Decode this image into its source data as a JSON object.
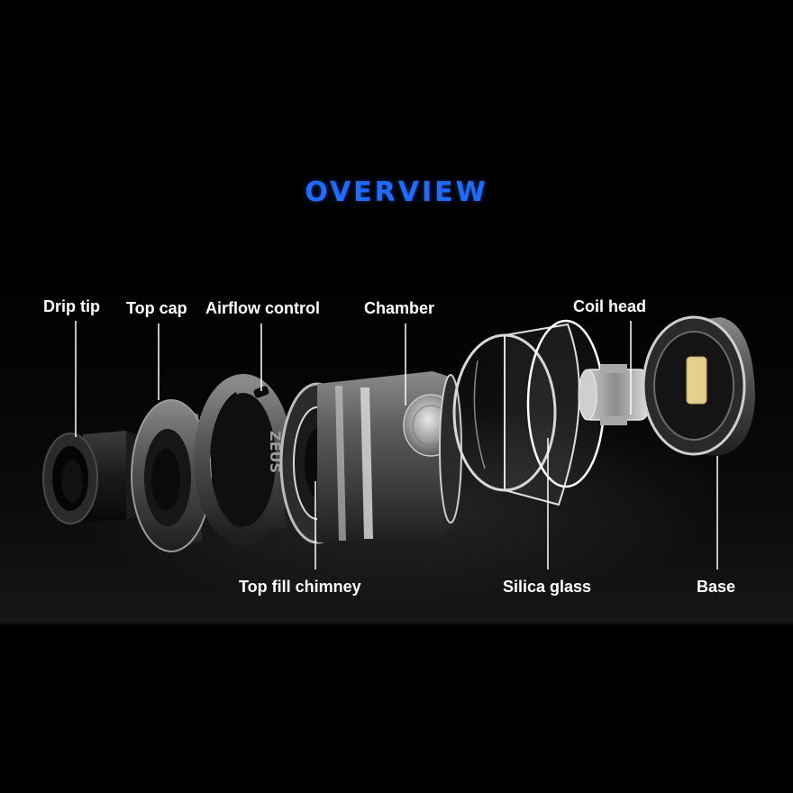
{
  "title": "OVERVIEW",
  "labels": {
    "drip_tip": "Drip tip",
    "top_cap": "Top cap",
    "airflow_control": "Airflow control",
    "chamber": "Chamber",
    "coil_head": "Coil head",
    "top_fill_chimney": "Top fill chimney",
    "silica_glass": "Silica glass",
    "base": "Base"
  },
  "engraving": "ZEUS",
  "colors": {
    "title": "#1e6bff",
    "text": "#ffffff",
    "background": "#000000",
    "metal": "#5a5a5a"
  }
}
